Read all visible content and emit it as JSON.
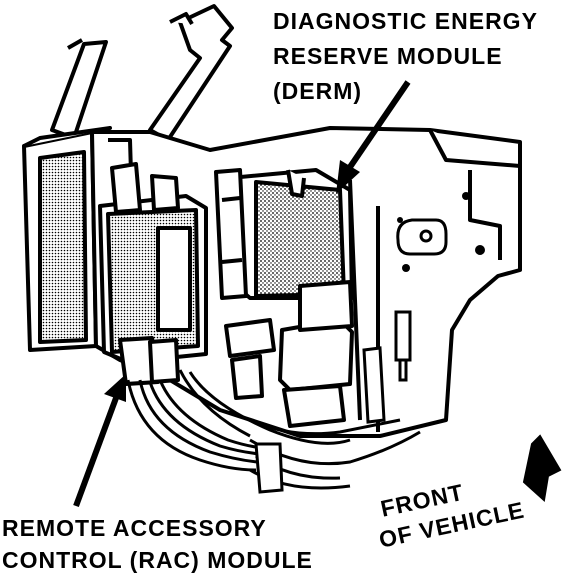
{
  "labels": {
    "derm": [
      "DIAGNOSTIC ENERGY",
      "RESERVE MODULE",
      "(DERM)"
    ],
    "rac": [
      "REMOTE ACCESSORY",
      "CONTROL (RAC) MODULE"
    ],
    "front": [
      "FRONT",
      "OF VEHICLE"
    ]
  },
  "colors": {
    "ink": "#000000",
    "paper": "#ffffff"
  }
}
